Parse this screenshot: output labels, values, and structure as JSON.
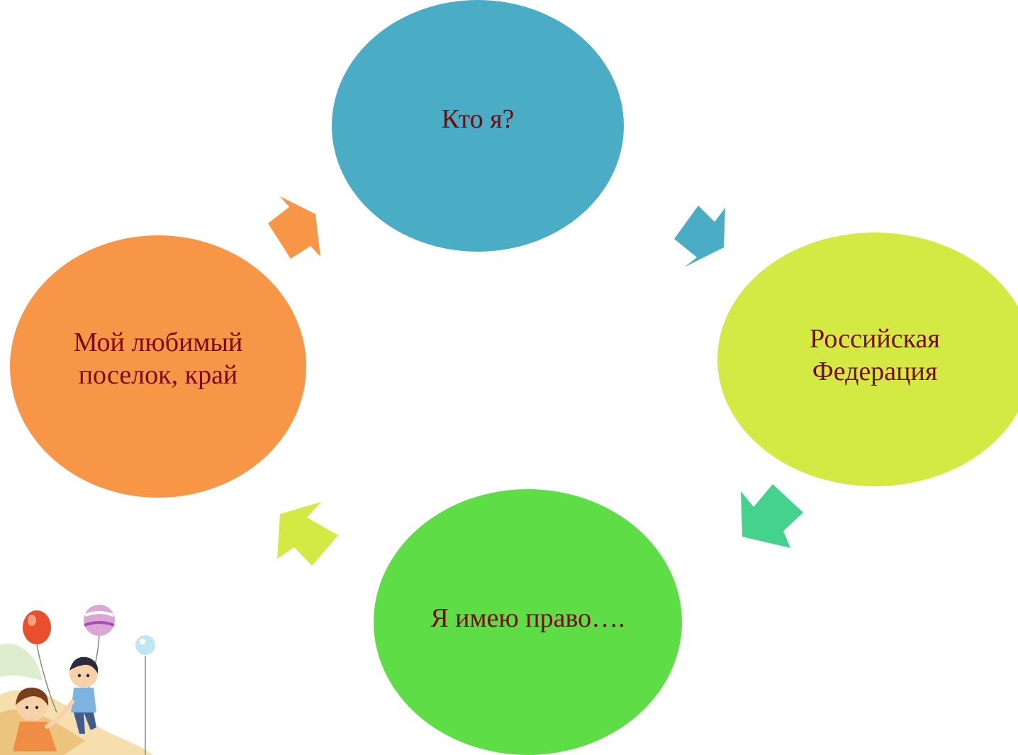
{
  "nodes": {
    "top": {
      "label": "Кто я?",
      "color": "#4aacc5"
    },
    "right": {
      "label": "Российская Федерация",
      "color": "#d3e944"
    },
    "bottom": {
      "label": "Я имею право….",
      "color": "#5fdd46"
    },
    "left": {
      "label": "Мой любимый поселок, край",
      "color": "#f79646"
    }
  },
  "arrows": {
    "left_to_top": {
      "color": "#f79646"
    },
    "top_to_right": {
      "color": "#4aacc5"
    },
    "right_to_bottom": {
      "color": "#45d28e"
    },
    "bottom_to_left": {
      "color": "#d3e944"
    }
  },
  "label_color": "#7a0a0a"
}
